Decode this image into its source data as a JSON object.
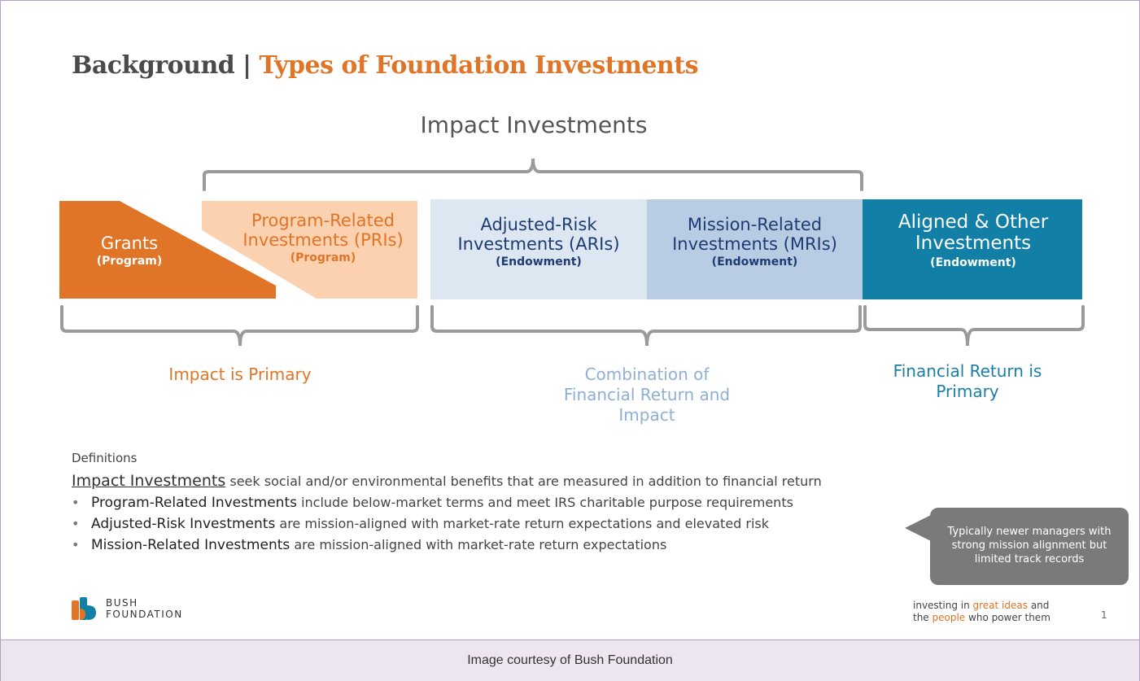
{
  "slide": {
    "title_part1": "Background | ",
    "title_part2": "Types of Foundation Investments",
    "impact_heading": "Impact Investments",
    "boxes": [
      {
        "main": "Grants",
        "sub": "(Program)"
      },
      {
        "main": "Program-Related Investments (PRIs)",
        "sub": "(Program)"
      },
      {
        "main": "Adjusted-Risk Investments (ARIs)",
        "sub": "(Endowment)"
      },
      {
        "main": "Mission-Related Investments (MRIs)",
        "sub": "(Endowment)"
      },
      {
        "main": "Aligned & Other Investments",
        "sub": "(Endowment)"
      }
    ],
    "outcomes": [
      {
        "text": "Impact is Primary",
        "color": "#e07427"
      },
      {
        "text": "Combination of Financial Return and Impact",
        "color": "#8eb0d6"
      },
      {
        "text": "Financial Return is Primary",
        "color": "#1a7fa8"
      }
    ],
    "colors": {
      "grants": "#e07427",
      "pri": "#fbd1b0",
      "ari": "#dde7f2",
      "mri": "#b8cde4",
      "aligned": "#117fa6",
      "bracket": "#9a9a9a",
      "navy_text": "#1f3b73"
    }
  },
  "definitions": {
    "title": "Definitions",
    "intro_term": "Impact Investments",
    "intro_text": " seek social and/or environmental benefits that are measured in addition to financial return",
    "bullet_glyph": "•",
    "items": [
      {
        "term": "Program-Related Investments",
        "text": " include below-market terms and meet IRS charitable purpose requirements"
      },
      {
        "term": "Adjusted-Risk Investments",
        "text": " are mission-aligned with market-rate return expectations and elevated risk"
      },
      {
        "term": "Mission-Related Investments",
        "text": " are mission-aligned with market-rate return expectations"
      }
    ]
  },
  "callout": {
    "text": "Typically newer managers with strong mission alignment but limited track records"
  },
  "logo": {
    "line1": "BUSH",
    "line2": "FOUNDATION",
    "icon": "bush-foundation-logo-icon"
  },
  "tagline": {
    "part1": "investing in ",
    "hl1": "great ideas",
    "part2": " and",
    "part3": "the ",
    "hl2": "people",
    "part4": " who power them"
  },
  "page_number": "1",
  "caption": "Image courtesy of Bush Foundation"
}
